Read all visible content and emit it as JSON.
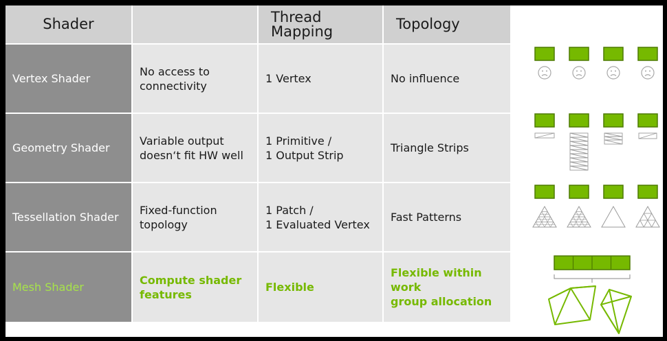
{
  "table": {
    "headers": [
      "Shader",
      "",
      "Thread Mapping",
      "Topology"
    ],
    "rows": [
      {
        "name": "Vertex Shader",
        "description": "No access to\nconnectivity",
        "thread_mapping": "1 Vertex",
        "topology": "No influence",
        "highlight": false
      },
      {
        "name": "Geometry Shader",
        "description": "Variable output\ndoesn‘t fit HW well",
        "thread_mapping": "1 Primitive /\n1 Output Strip",
        "topology": "Triangle Strips",
        "highlight": false
      },
      {
        "name": "Tessellation Shader",
        "description": "Fixed-function\ntopology",
        "thread_mapping": "1 Patch /\n1 Evaluated Vertex",
        "topology": "Fast Patterns",
        "highlight": false
      },
      {
        "name": "Mesh Shader",
        "description": "Compute shader\nfeatures",
        "thread_mapping": "Flexible",
        "topology": "Flexible within work\ngroup allocation",
        "highlight": true
      }
    ]
  },
  "colors": {
    "accent_green": "#76b900",
    "mesh_label_green": "#a7e34a",
    "header_bg": "#d0d0d0",
    "label_col_bg": "#8e8e8e",
    "body_bg": "#e6e6e6",
    "icon_gray": "#9a9a9a"
  },
  "illustrations": [
    {
      "row": "vertex",
      "icons": [
        "thread-box-icon",
        "sad-face-icon"
      ]
    },
    {
      "row": "geometry",
      "icons": [
        "thread-box-icon",
        "triangle-strip-icon"
      ]
    },
    {
      "row": "tessellation",
      "icons": [
        "thread-box-icon",
        "tessellated-triangle-icon"
      ]
    },
    {
      "row": "mesh",
      "icons": [
        "workgroup-bar-icon",
        "bracket-icon",
        "wireframe-meshlet-icon"
      ]
    }
  ]
}
